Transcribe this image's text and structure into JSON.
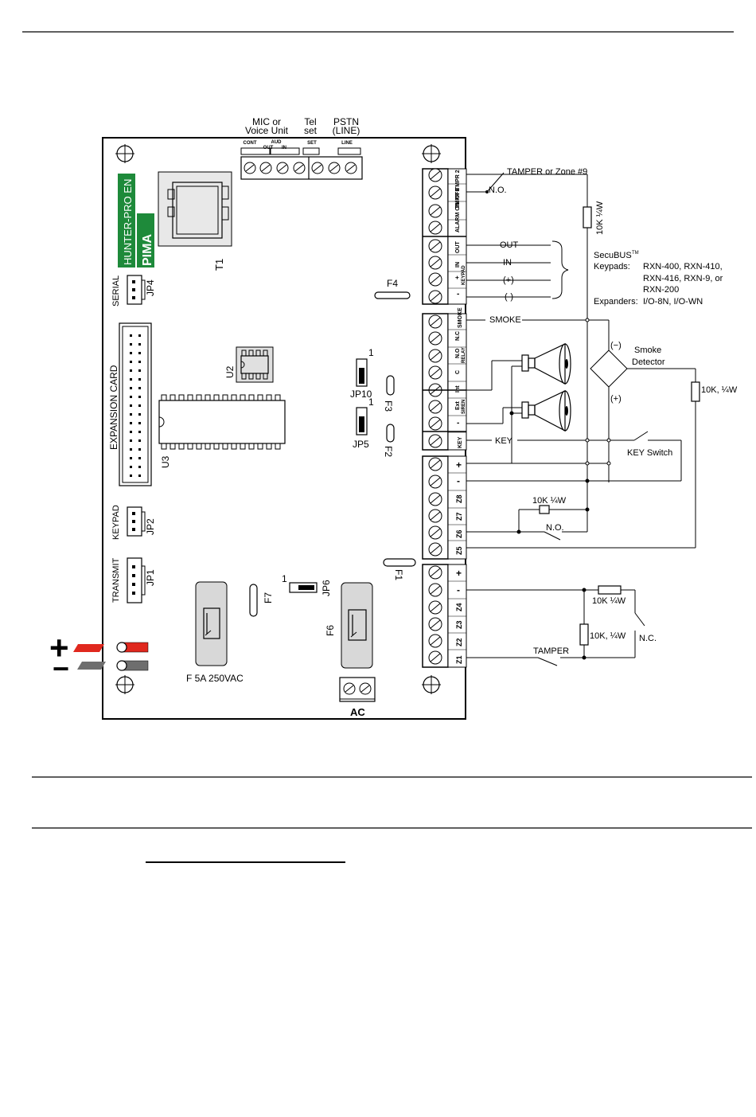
{
  "header": {
    "top_rule": true
  },
  "connector_top": {
    "mic_line1": "MIC or",
    "mic_line2": "Voice Unit",
    "tel_line1": "Tel",
    "tel_line2": "set",
    "pstn_line1": "PSTN",
    "pstn_line2": "(LINE)",
    "cont": "CONT",
    "aud": "AUD",
    "out": "OUT",
    "in": "IN",
    "set": "SET",
    "line": "LINE"
  },
  "board": {
    "model": "HUNTER-PRO EN",
    "brand": "PIMA",
    "t1": "T1",
    "serial": "SERIAL",
    "jp4": "JP4",
    "expansion": "EXPANSION CARD",
    "u2": "U2",
    "u3": "U3",
    "f4": "F4",
    "jp10": "JP10",
    "jp5": "JP5",
    "f3": "F3",
    "f2": "F2",
    "f1": "F1",
    "one_a": "1",
    "one_b": "1",
    "one_c": "1",
    "keypad": "KEYPAD",
    "jp2": "JP2",
    "transmit": "TRANSMIT",
    "jp1": "JP1",
    "f7": "F7",
    "jp6": "JP6",
    "f6": "F6",
    "fuse": "F 5A 250VAC",
    "ac": "AC",
    "plus": "+",
    "minus": "−"
  },
  "terminals": {
    "tmpr2": "TMPR 2",
    "tmpr1": "TMPR 1",
    "alarm_on_off": "ALARM ON/ OFF",
    "keypad_out": "OUT",
    "keypad_in": "IN",
    "keypad_plus": "+",
    "keypad_minus": "-",
    "keypad_group": "KEYPAD",
    "smoke": "SMOKE",
    "nc": "N.C",
    "no": "N.O",
    "relay": "RELAY",
    "c": "C",
    "int": "Int",
    "ext": "Ext",
    "siren": "SIREN",
    "siren_minus": "-",
    "key": "KEY",
    "plus_a": "+",
    "minus_a": "-",
    "z8": "Z8",
    "z7": "Z7",
    "z6": "Z6",
    "z5": "Z5",
    "plus_b": "+",
    "minus_b": "-",
    "z4": "Z4",
    "z3": "Z3",
    "z2": "Z2",
    "z1": "Z1"
  },
  "wiring": {
    "tamper_zone9": "TAMPER or Zone #9",
    "no_top": "N.O.",
    "res_top": "10K ¼W",
    "out": "OUT",
    "in": "IN",
    "plus": "(+)",
    "minus": "(-)",
    "secubus": "SecuBUS",
    "tm": "TM",
    "keypads_label": "Keypads:",
    "keypads_1": "RXN-400, RXN-410,",
    "keypads_2": "RXN-416, RXN-9, or",
    "keypads_3": "RXN-200",
    "expanders_label": "Expanders:",
    "expanders_val": "I/O-8N, I/O-WN",
    "smoke": "SMOKE",
    "smoke_minus": "(−)",
    "smoke_plus": "(+)",
    "smoke_det_1": "Smoke",
    "smoke_det_2": "Detector",
    "res_smoke": "10K, ¼W",
    "key": "KEY",
    "key_switch": "KEY Switch",
    "res_z6": "10K ¼W",
    "no_z6": "N.O.",
    "res_z1a": "10K ¼W",
    "res_z1b": "10K, ¼W",
    "nc": "N.C.",
    "tamper": "TAMPER"
  },
  "colors": {
    "red": "#e0281e",
    "grey": "#6e6e6e",
    "green": "#1e8a3a",
    "board_fill": "#ffffff"
  }
}
